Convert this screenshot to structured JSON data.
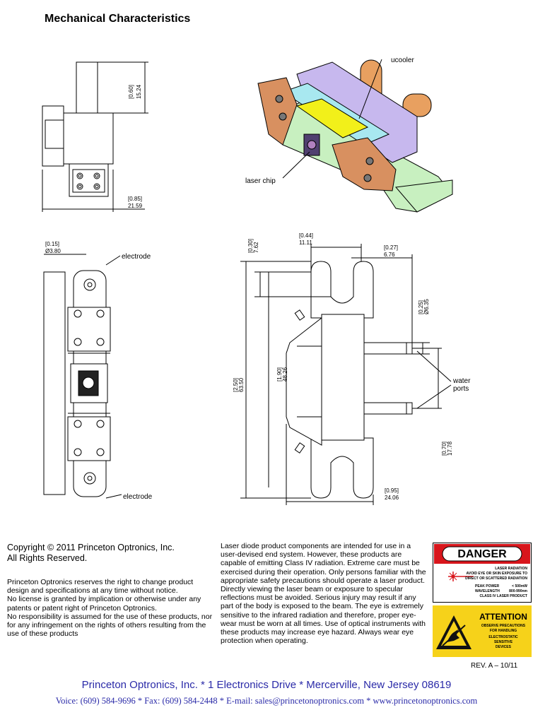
{
  "title": "Mechanical Characteristics",
  "drawing": {
    "side_view": {
      "height_dim": "[0.60]\n15.24",
      "height_in": "[0.60]",
      "height_mm": "15.24",
      "width_in": "[0.85]",
      "width_mm": "21.59"
    },
    "iso_view": {
      "label_ucooler": "ucooler",
      "label_laser_chip": "laser chip"
    },
    "front_view": {
      "hole_in": "[0.15]",
      "hole_mm": "Ø3.80",
      "label_electrode_top": "electrode",
      "label_electrode_bottom": "electrode"
    },
    "top_view": {
      "top_in": "[0.30]",
      "top_mm": "7.62",
      "span_in": "[0.44]",
      "span_mm": "11.11",
      "port_len_in": "[0.27]",
      "port_len_mm": "6.76",
      "port_dia_in": "[0.25]",
      "port_dia_mm": "Ø6.35",
      "inner_in": "[1.90]",
      "inner_mm": "48.26",
      "total_in": "[2.50]",
      "total_mm": "63.50",
      "port_pitch_in": "[0.70]",
      "port_pitch_mm": "17.78",
      "width_in": "[0.95]",
      "width_mm": "24.06",
      "label_water": "water",
      "label_ports": "ports"
    }
  },
  "copyright": {
    "line1": "Copyright © 2011 Princeton Optronics, Inc.",
    "line2": "All Rights Reserved."
  },
  "legal": [
    "Princeton Optronics reserves the right to change product design and specifications at any time without notice.",
    "No license is granted by implication or otherwise under any patents or patent right of Princeton Optronics.",
    "No responsibility is assumed for the use of these products, nor for any infringement on the rights of others resulting from the use of these products"
  ],
  "warning": "Laser diode product components are intended for use in a user-devised end system.  However, these products are capable of emitting Class IV radiation.  Extreme care must be exercised during their operation.  Only persons familiar with the appropriate safety precautions should operate a laser product.  Directly viewing the laser beam or exposure to specular reflections must be avoided.  Serious injury may result if any part of the body is exposed to the beam.  The eye is extremely sensitive to the infrared radiation and therefore, proper eye-wear must be worn at all times.  Use of optical instruments with these products may increase eye hazard.  Always wear eye protection when operating.",
  "danger_label": {
    "heading": "DANGER",
    "line1": "LASER RADIATION",
    "line2": "AVOID EYE OR SKIN EXPOSURE TO",
    "line3": "DIRECT OR SCATTERED RADIATION",
    "peak_power_label": "PEAK POWER",
    "peak_power_value": "< 500mW",
    "wavelength_label": "WAVELENGTH",
    "wavelength_value": "800-990nm",
    "class_line": "CLASS IV  LASER PRODUCT"
  },
  "attention_label": {
    "heading": "ATTENTION",
    "line1": "OBSERVE PRECAUTIONS",
    "line2": "FOR HANDLING",
    "line3": "ELECTROSTATIC",
    "line4": "SENSITIVE",
    "line5": "DEVICES"
  },
  "revision": "REV. A – 10/11",
  "footer": {
    "line1": "Princeton Optronics, Inc. * 1 Electronics Drive * Mercerville, New Jersey 08619",
    "line2": "Voice: (609) 584-9696 * Fax: (609) 584-2448 * E-mail: sales@princetonoptronics.com * www.princetonoptronics.com"
  },
  "colors": {
    "footer_blue": "#2a2aa8",
    "danger_red": "#d8161c",
    "attention_yellow": "#f6d21a"
  }
}
